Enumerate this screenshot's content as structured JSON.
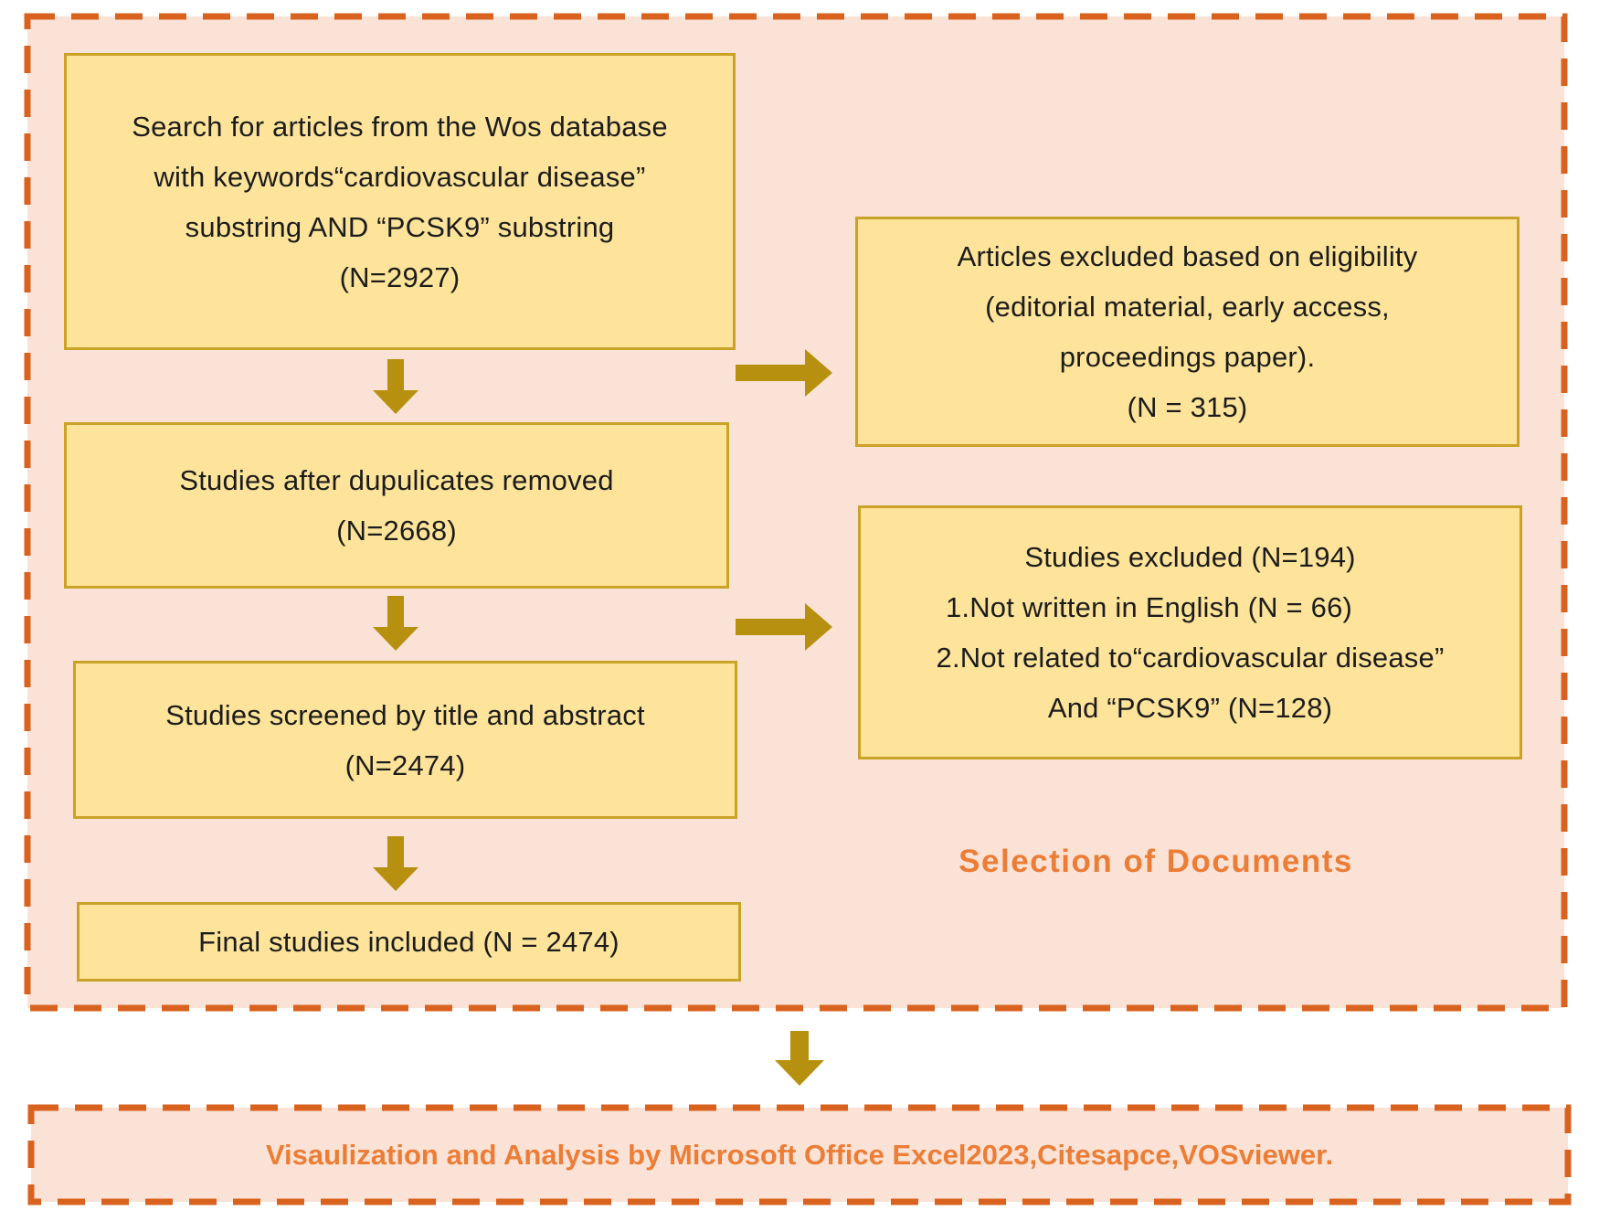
{
  "selection": {
    "title": "Selection of Documents",
    "search_box": {
      "lines": [
        "Search for articles from the Wos database",
        "with keywords“cardiovascular disease”",
        "substring AND “PCSK9” substring",
        "(N=2927)"
      ]
    },
    "dedup_box": {
      "lines": [
        "Studies after dupulicates removed",
        "(N=2668)"
      ]
    },
    "screened_box": {
      "lines": [
        "Studies screened by title and abstract",
        "(N=2474)"
      ]
    },
    "final_box": {
      "lines": [
        "Final studies included (N = 2474)"
      ]
    },
    "eligibility_box": {
      "lines": [
        "Articles excluded based on eligibility",
        "(editorial material, early access,",
        "proceedings paper).",
        "(N = 315)"
      ]
    },
    "excluded_box": {
      "lines": [
        "Studies excluded (N=194)",
        "1.Not written in English (N = 66)",
        "2.Not related to“cardiovascular disease”",
        "And “PCSK9” (N=128)"
      ]
    }
  },
  "output": {
    "label": "Visaulization and Analysis by Microsoft Office Excel2023,Citesapce,VOSviewer."
  },
  "colors": {
    "region_fill": "#fae3d6",
    "dash_border": "#d9621f",
    "box_fill": "#fde49a",
    "box_border": "#c9a227",
    "arrow": "#b8900f",
    "label_text": "#ec7d37"
  }
}
